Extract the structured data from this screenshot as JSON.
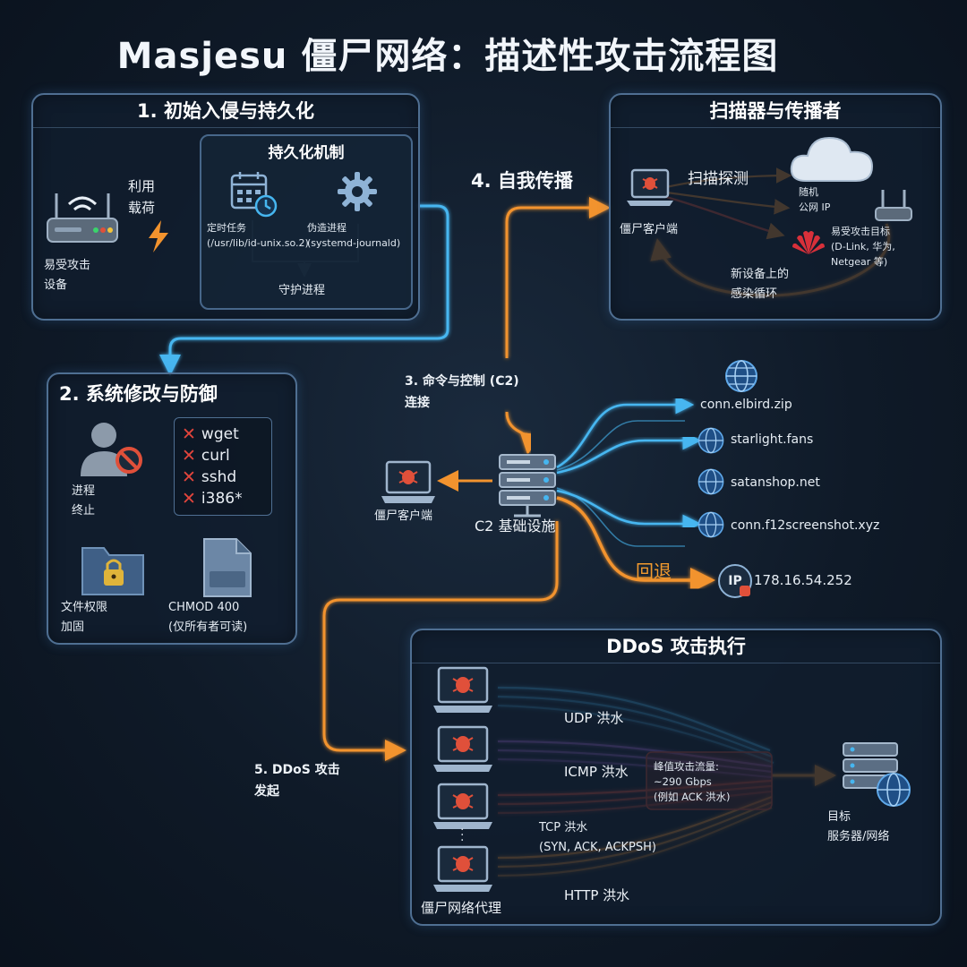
{
  "title": "Masjesu 僵尸网络：描述性攻击流程图",
  "panel1": {
    "title": "1. 初始入侵与持久化",
    "device_label": "易受攻击\n设备",
    "exploit_label": "利用\n载荷",
    "persistence": {
      "title": "持久化机制",
      "cron_label": "定时任务\n(/usr/lib/id-unix.so.2)",
      "fake_process_label": "伪造进程\n(systemd-journald)",
      "daemon_label": "守护进程"
    }
  },
  "panel2": {
    "title": "2. 系统修改与防御",
    "process_kill_label": "进程\n终止",
    "killed_commands": [
      "wget",
      "curl",
      "sshd",
      "i386*"
    ],
    "file_label": "文件权限\n加固",
    "chmod_label": "CHMOD 400\n(仅所有者可读)"
  },
  "scanner": {
    "title": "扫描器与传播者",
    "client_label": "僵尸客户端",
    "scan_label": "扫描探测",
    "random_ip_label": "随机\n公网 IP",
    "targets_label": "易受攻击目标\n(D-Link, 华为,\nNetgear 等)",
    "loop_label": "新设备上的\n感染循环"
  },
  "step3_label": "3. 命令与控制 (C2)\n连接",
  "step4_label": "4. 自我传播",
  "step5_label": "5. DDoS 攻击\n发起",
  "c2": {
    "client_label": "僵尸客户端",
    "infra_label": "C2 基础设施",
    "domains": [
      "conn.elbird.zip",
      "starlight.fans",
      "satanshop.net",
      "conn.f12screenshot.xyz"
    ],
    "fallback_label": "回退",
    "fallback_ip": "178.16.54.252",
    "ip_badge": "IP"
  },
  "ddos": {
    "title": "DDoS 攻击执行",
    "floods": [
      {
        "name": "UDP 洪水",
        "detail": ""
      },
      {
        "name": "ICMP 洪水",
        "detail": ""
      },
      {
        "name": "TCP 洪水",
        "detail": "(SYN, ACK, ACKPSH)"
      },
      {
        "name": "HTTP 洪水",
        "detail": ""
      }
    ],
    "peak_label": "峰值攻击流量:\n~290 Gbps\n(例如 ACK 洪水)",
    "target_label": "目标\n服务器/网络",
    "agent_label": "僵尸网络代理"
  },
  "colors": {
    "blue_flow": "#46b6f0",
    "orange_flow": "#f2932e",
    "red_flow": "#e0503a",
    "purple_flow": "#a46ad8",
    "panel_border": "#4f6f92"
  },
  "icons": [
    "router-icon",
    "lightning-icon",
    "calendar-clock-icon",
    "gear-icon",
    "user-blocked-icon",
    "locked-folder-icon",
    "document-icon",
    "laptop-bug-icon",
    "server-icon",
    "globe-icon",
    "cloud-icon",
    "huawei-logo-icon",
    "ip-badge-icon",
    "target-server-icon"
  ]
}
